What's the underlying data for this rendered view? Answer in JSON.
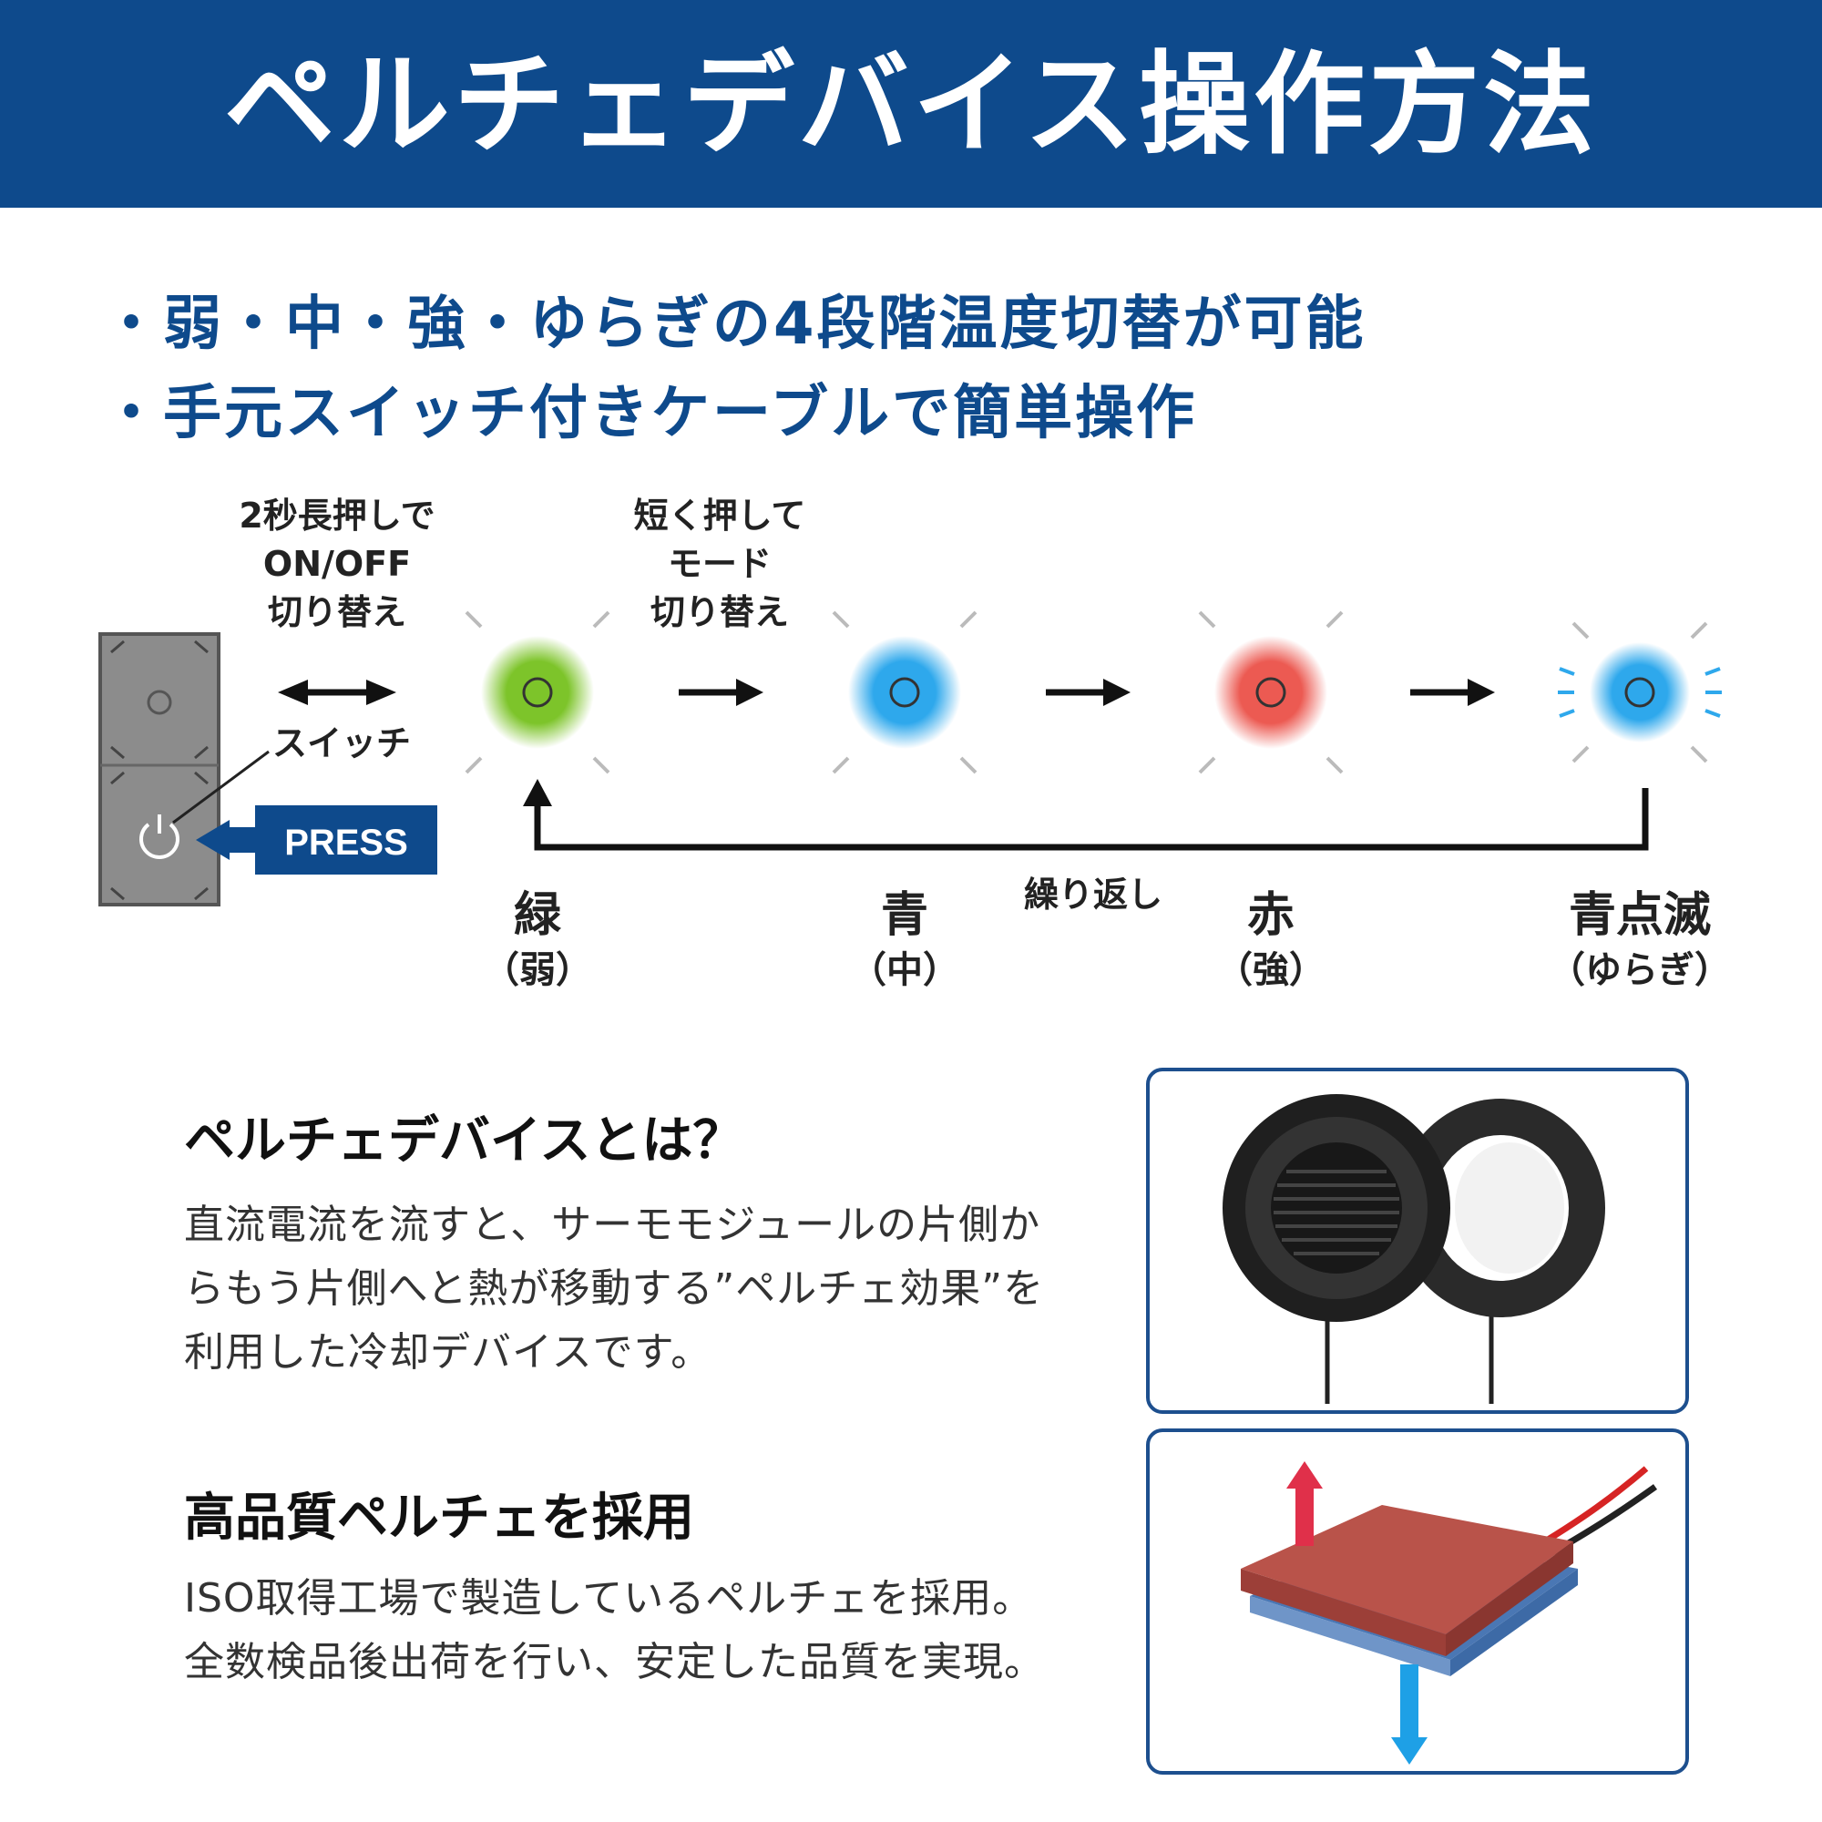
{
  "header": {
    "title": "ペルチェデバイス操作方法"
  },
  "features": [
    "・弱・中・強・ゆらぎの4段階温度切替が可能",
    "・手元スイッチ付きケーブルで簡単操作"
  ],
  "diagram": {
    "hold_instruction": [
      "2秒長押しで",
      "ON/OFF",
      "切り替え"
    ],
    "tap_instruction": [
      "短く押して",
      "モード",
      "切り替え"
    ],
    "switch_label": "スイッチ",
    "press_label": "PRESS",
    "repeat_label": "繰り返し",
    "modes": [
      {
        "color_name": "緑",
        "level": "（弱）",
        "color": "#7dc42a"
      },
      {
        "color_name": "青",
        "level": "（中）",
        "color": "#2ea8ec"
      },
      {
        "color_name": "赤",
        "level": "（強）",
        "color": "#ec5a52"
      },
      {
        "color_name": "青点滅",
        "level": "（ゆらぎ）",
        "color": "#2ea8ec"
      }
    ],
    "colors": {
      "navy": "#0e4a8c",
      "switch_gray": "#8c8c8c"
    }
  },
  "sections": [
    {
      "title": "ペルチェデバイスとは？",
      "body": "直流電流を流すと、サーモモジュールの片側からもう片側へと熱が移動する”ペルチェ効果”を利用した冷却デバイスです。"
    },
    {
      "title": "高品質ペルチェを採用",
      "body": "ISO取得工場で製造しているペルチェを採用。全数検品後出荷を行い、安定した品質を実現。"
    }
  ]
}
